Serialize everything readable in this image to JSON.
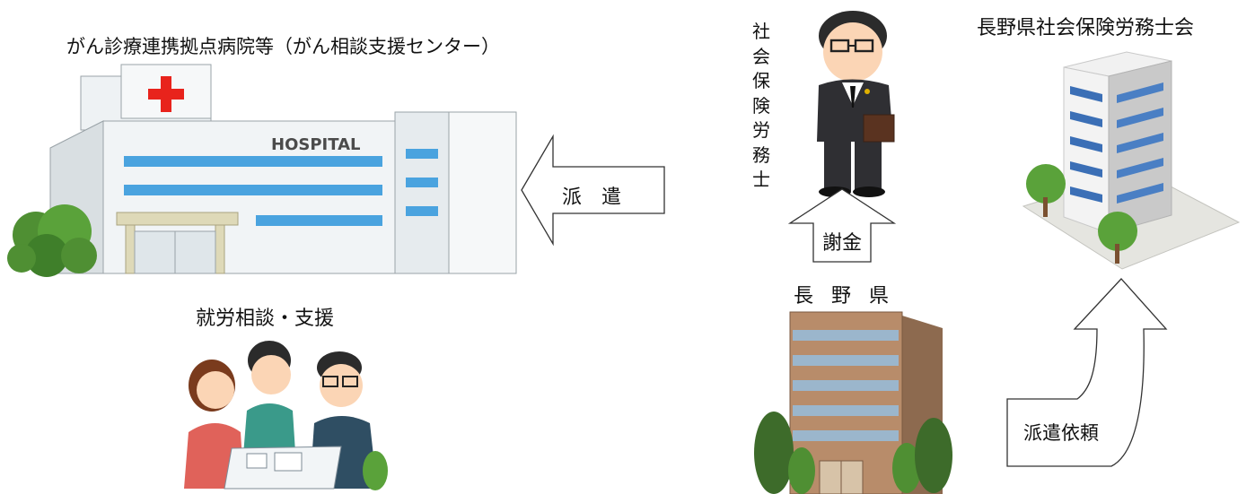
{
  "hospital": {
    "title": "がん診療連携拠点病院等（がん相談支援センター）",
    "sign": "HOSPITAL"
  },
  "consultation": {
    "title": "就労相談・支援"
  },
  "sharoushi": {
    "vertical_label": "社会保険労務士"
  },
  "sharoushi_org": {
    "title": "長野県社会保険労務士会"
  },
  "prefecture": {
    "title": "長野県"
  },
  "arrows": {
    "dispatch": "派　遣",
    "fee": "謝金",
    "request": "派遣依頼"
  },
  "colors": {
    "hospital_cross": "#e8231c",
    "window_blue": "#4aa3df",
    "pref_building": "#b88c6a",
    "tree_green": "#5aa23a",
    "suit": "#2f2f33"
  }
}
